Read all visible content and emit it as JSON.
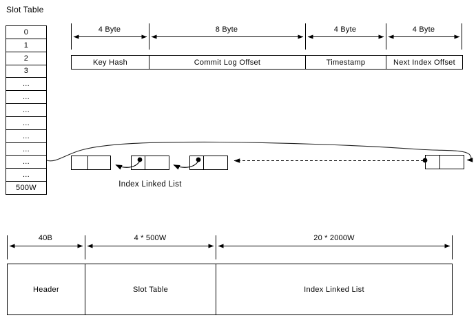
{
  "slot_table": {
    "title": "Slot Table",
    "rows": [
      "0",
      "1",
      "2",
      "3",
      "...",
      "...",
      "...",
      "...",
      "...",
      "...",
      "...",
      "...",
      "500W"
    ]
  },
  "index_record": {
    "fields": [
      {
        "size": "4 Byte",
        "name": "Key Hash"
      },
      {
        "size": "8 Byte",
        "name": "Commit Log Offset"
      },
      {
        "size": "4 Byte",
        "name": "Timestamp"
      },
      {
        "size": "4 Byte",
        "name": "Next Index Offset"
      }
    ]
  },
  "linked_list": {
    "label": "Index Linked List"
  },
  "file_layout": {
    "sections": [
      {
        "size": "40B",
        "name": "Header"
      },
      {
        "size": "4 * 500W",
        "name": "Slot Table"
      },
      {
        "size": "20 * 2000W",
        "name": "Index Linked List"
      }
    ]
  },
  "colors": {
    "line": "#000000",
    "text": "#000000",
    "background": "#ffffff"
  }
}
